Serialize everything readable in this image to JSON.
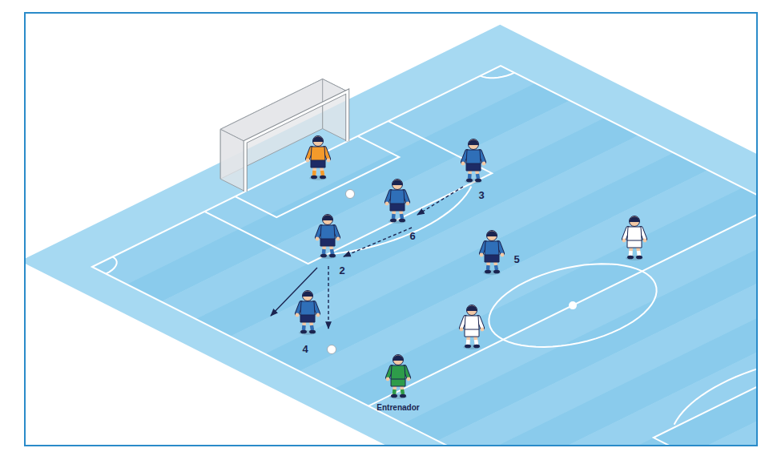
{
  "diagram": {
    "labels": [
      "3",
      "6",
      "5",
      "2",
      "4",
      "Entrenador"
    ]
  }
}
